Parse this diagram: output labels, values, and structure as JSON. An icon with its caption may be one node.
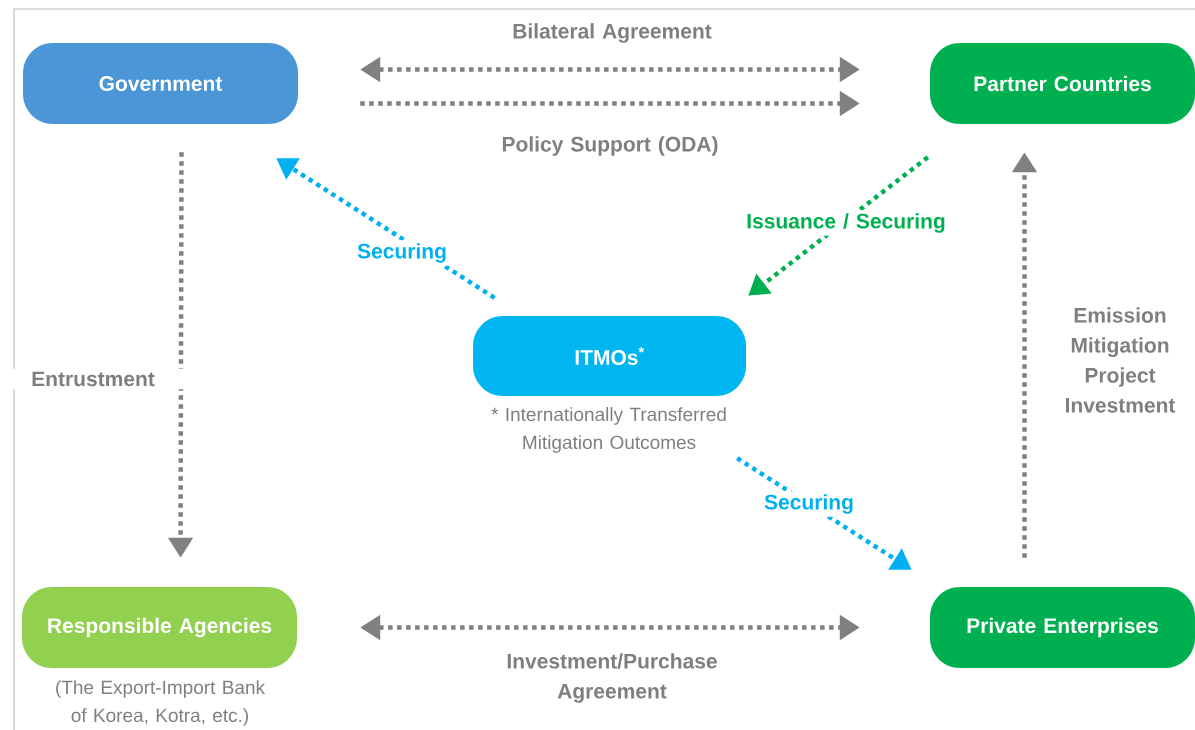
{
  "diagram": {
    "nodes": [
      {
        "text": [
          "Government"
        ]
      },
      {
        "text": [
          "Partner Countries"
        ]
      },
      {
        "text": [
          "ITMOs$^{*}$"
        ],
        "beside": [
          "* Internationally Transferred Mitigation Outcomes"
        ]
      },
      {
        "text": [
          "Responsible Agencies"
        ],
        "beside": [
          "(The Export-Import Bank of Korea, Kotra, etc.)"
        ]
      },
      {
        "text": [
          "Private Enterprises"
        ]
      }
    ],
    "edges": [
      {
        "from": 0,
        "to": 1,
        "arrow": "both",
        "label": "Bilateral Agreement"
      },
      {
        "from": 0,
        "to": 1,
        "arrow": "to",
        "label": "Policy Support (ODA)"
      },
      {
        "from": 0,
        "to": 3,
        "arrow": "to",
        "label": "Entrustment"
      },
      {
        "from": 2,
        "to": 0,
        "arrow": "to",
        "label": "Securing",
        "color": "#00b0f0"
      },
      {
        "from": 1,
        "to": 2,
        "arrow": "to",
        "label": "Issuance / Securing",
        "color": "#00b050"
      },
      {
        "from": 2,
        "to": 4,
        "arrow": "to",
        "label": "Securing",
        "color": "#00b0f0"
      },
      {
        "from": 3,
        "to": 4,
        "arrow": "both",
        "label": "Investment/Purchase Agreement"
      },
      {
        "from": 4,
        "to": 1,
        "arrow": "to",
        "label": "Emission Mitigation Project Investment"
      }
    ]
  }
}
